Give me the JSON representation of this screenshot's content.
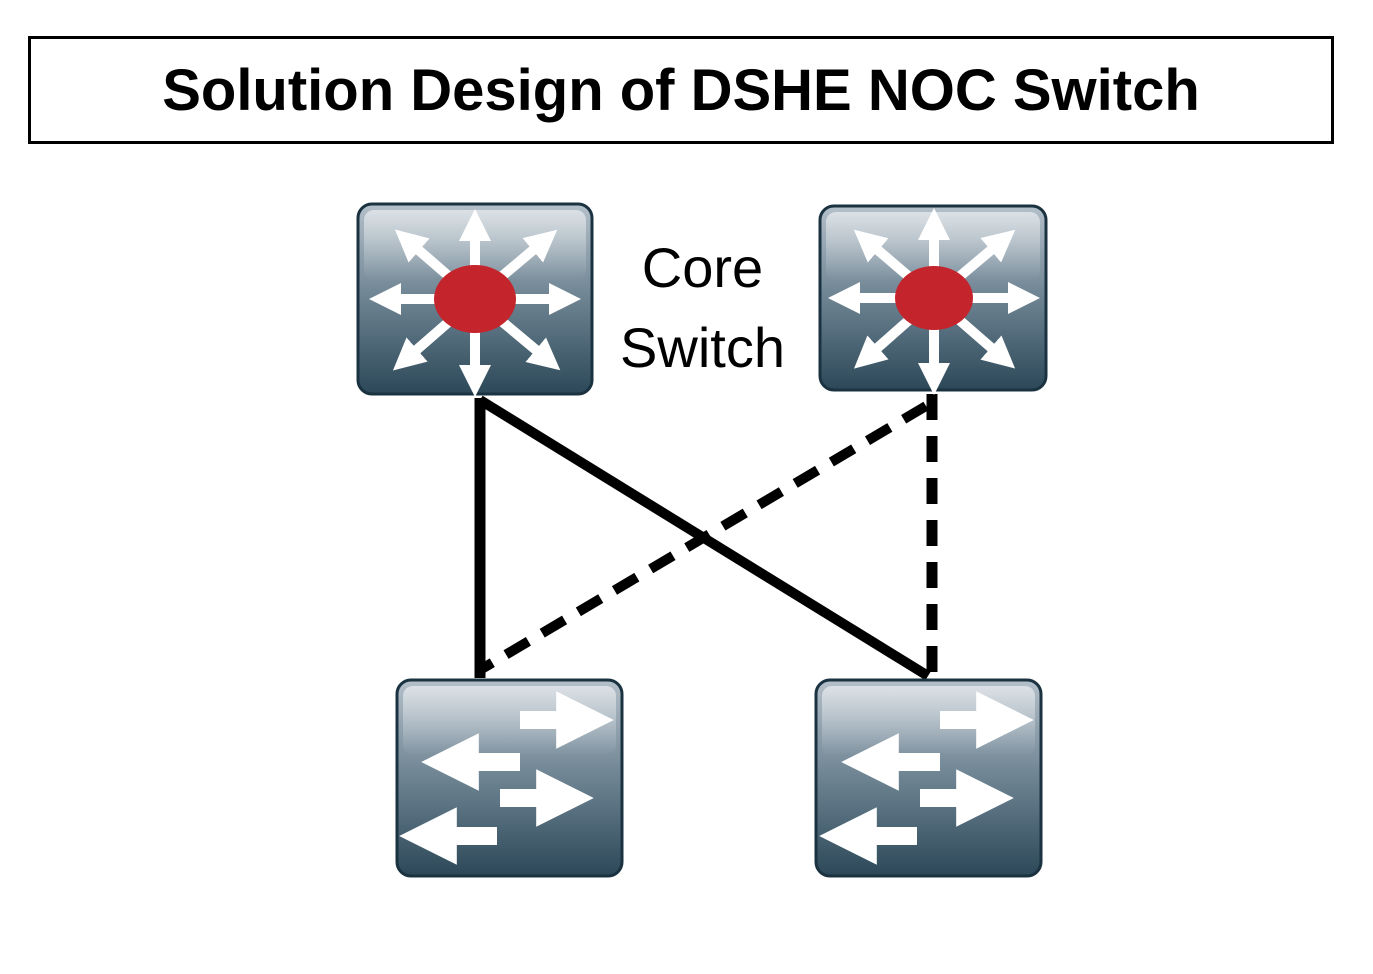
{
  "title": "Solution Design of DSHE NOC Switch",
  "core_label": {
    "line1": "Core",
    "line2": "Switch"
  },
  "colors": {
    "title_border": "#000000",
    "device_top": "#a9b6c1",
    "device_bottom": "#2c4858",
    "device_border": "#1b3240",
    "core_center": "#c4242c",
    "arrow": "#ffffff",
    "link": "#000000"
  },
  "devices": [
    {
      "role": "core",
      "icon": "multilayer-switch-icon"
    },
    {
      "role": "core",
      "icon": "multilayer-switch-icon"
    },
    {
      "role": "access",
      "icon": "workgroup-switch-icon"
    },
    {
      "role": "access",
      "icon": "workgroup-switch-icon"
    }
  ],
  "links": [
    {
      "from": "core-left",
      "to": "access-left",
      "style": "solid"
    },
    {
      "from": "core-left",
      "to": "access-right",
      "style": "solid"
    },
    {
      "from": "core-right",
      "to": "access-left",
      "style": "dashed"
    },
    {
      "from": "core-right",
      "to": "access-right",
      "style": "dashed"
    }
  ]
}
